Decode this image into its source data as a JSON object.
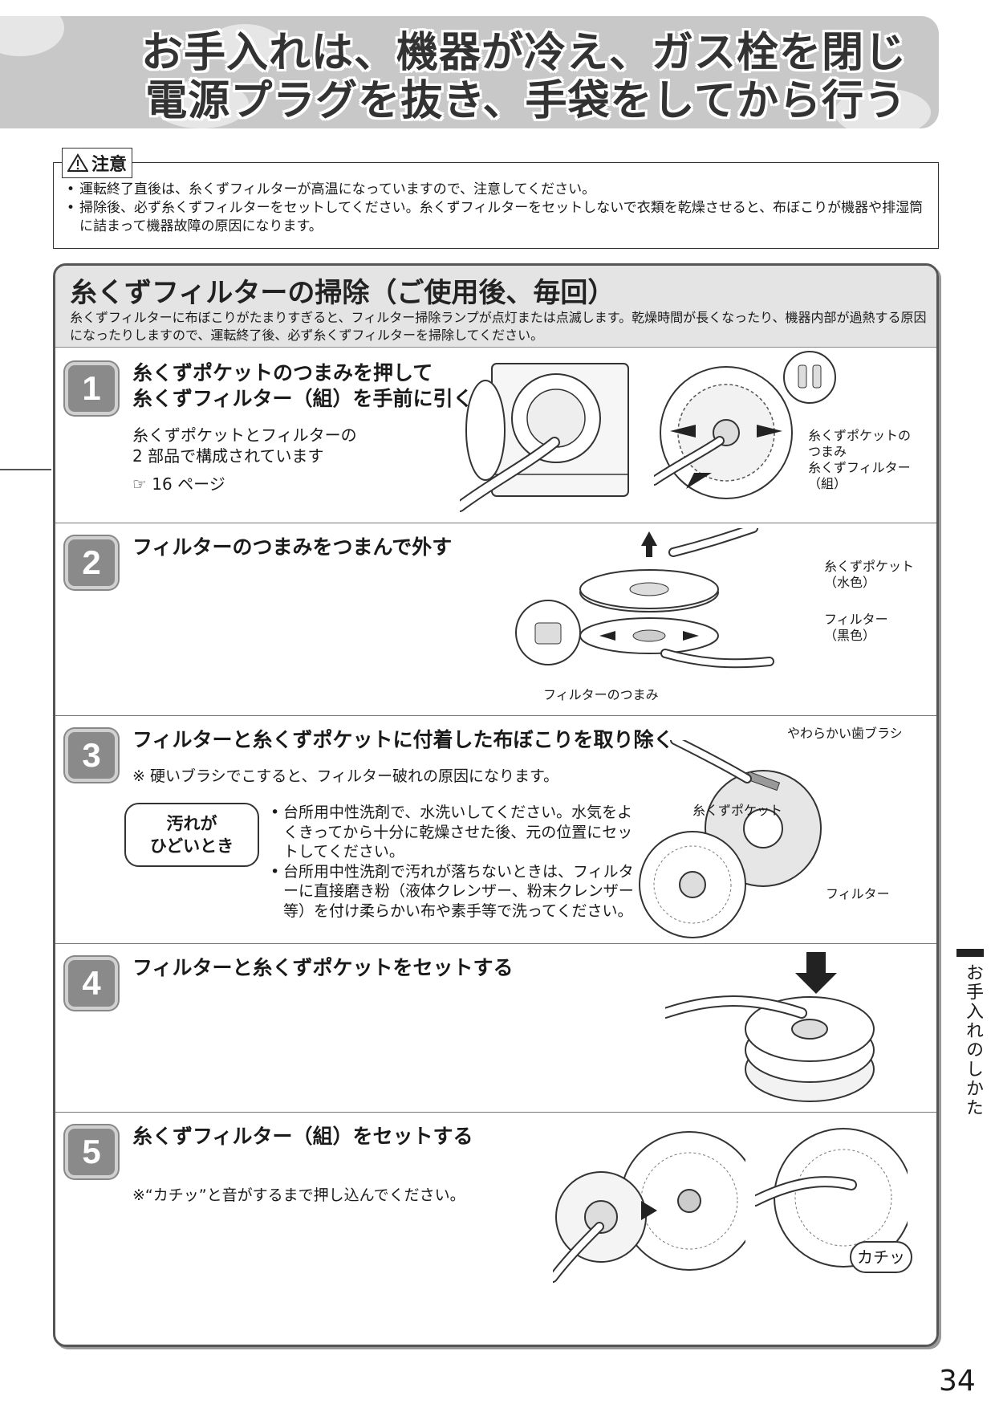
{
  "header": {
    "title_line1": "お手入れは、機器が冷え、ガス栓を閉じ",
    "title_line2": "電源プラグを抜き、手袋をしてから行う"
  },
  "caution": {
    "label": "注意",
    "items": [
      "運転終了直後は、糸くずフィルターが高温になっていますので、注意してください。",
      "掃除後、必ず糸くずフィルターをセットしてください。糸くずフィルターをセットしないで衣類を乾燥させると、布ぼこりが機器や排湿筒に詰まって機器故障の原因になります。"
    ]
  },
  "panel": {
    "title": "糸くずフィルターの掃除（ご使用後、毎回）",
    "description": "糸くずフィルターに布ぼこりがたまりすぎると、フィルター掃除ランプが点灯または点滅します。乾燥時間が長くなったり、機器内部が過熱する原因になったりしますので、運転終了後、必ず糸くずフィルターを掃除してください。"
  },
  "steps": [
    {
      "number": "1",
      "title": "糸くずポケットのつまみを押して\n糸くずフィルター（組）を手前に引く",
      "text": "糸くずポケットとフィルターの\n2 部品で構成されています",
      "ref": "☞ 16 ページ",
      "callout_knob": "糸くずポケットの\nつまみ",
      "callout_filter": "糸くずフィルター\n（組）"
    },
    {
      "number": "2",
      "title": "フィルターのつまみをつまんで外す",
      "callout_pocket": "糸くずポケット\n（水色）",
      "callout_filter": "フィルター\n（黒色）",
      "callout_knob": "フィルターのつまみ"
    },
    {
      "number": "3",
      "title": "フィルターと糸くずポケットに付着した布ぼこりを取り除く",
      "note": "※ 硬いブラシでこすると、フィルター破れの原因になります。",
      "badge": "汚れが\nひどいとき",
      "bullets": [
        "台所用中性洗剤で、水洗いしてください。水気をよくきってから十分に乾燥させた後、元の位置にセットしてください。",
        "台所用中性洗剤で汚れが落ちないときは、フィルターに直接磨き粉（液体クレンザー、粉末クレンザー等）を付け柔らかい布や素手等で洗ってください。"
      ],
      "callout_brush": "やわらかい歯ブラシ",
      "callout_pocket": "糸くずポケット",
      "callout_filter": "フィルター"
    },
    {
      "number": "4",
      "title": "フィルターと糸くずポケットをセットする"
    },
    {
      "number": "5",
      "title": "糸くずフィルター（組）をセットする",
      "note": "※“カチッ”と音がするまで押し込んでください。",
      "click_label": "カチッ"
    }
  ],
  "side_tab": "お手入れのしかた",
  "page_number": "34"
}
